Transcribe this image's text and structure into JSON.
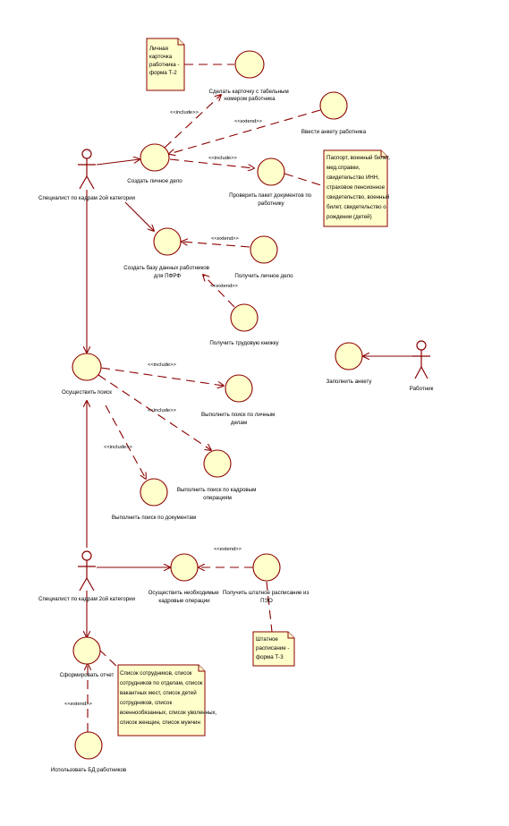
{
  "actors": {
    "specialist_top": "Специалист по кадрам 2ой категории",
    "specialist_bottom": "Специалист по кадрам 2ой категории",
    "worker": "Работник"
  },
  "use_cases": {
    "create_personal_file": "Создать личное дело",
    "make_card": [
      "Сделать карточку с табельным",
      "номером работника"
    ],
    "fill_questionnaire_worker": "Ввести анкету работника",
    "check_documents": [
      "Проверить пакет документов по",
      "работнику"
    ],
    "create_db": [
      "Создать базу данных работников",
      "для ПФРФ"
    ],
    "get_personal_file": "Получить личное дело",
    "get_work_book": "Получить трудовую книжку",
    "search": "Осуществить поиск",
    "search_personal_files": [
      "Выполнить поиск по личным",
      "делам"
    ],
    "search_hr_operations": [
      "Выполнить поиск по кадровым",
      "операциям"
    ],
    "search_documents": "Выполнить поиск по документам",
    "perform_hr_operations": [
      "Осуществить необходимые",
      "кадровые операции"
    ],
    "get_staff_schedule": [
      "Получить штатное расписание из",
      "ПЭО"
    ],
    "make_report": "Сформировать отчет",
    "use_db": "Использовать БД работников",
    "fill_form": "Заполнить анкету"
  },
  "stereotypes": {
    "include": "<<include>>",
    "extend": "<<extend>>"
  },
  "notes": {
    "t2": [
      "Личная",
      "карточка",
      "работника -",
      "форма Т-2"
    ],
    "documents": [
      "Паспорт, военный билет,",
      "мед.справки,",
      "свидетельство ИНН,",
      "страховое пенсионное",
      "свидетельство, военный",
      "билет, свидетельство о",
      "рождении (детей)"
    ],
    "t3": [
      "Штатное",
      "расписание -",
      "форма Т-3"
    ],
    "lists": [
      "Список сотрудников, список",
      "сотрудников по отделам, список",
      "вакантных мест, список детей",
      "сотрудников, список",
      "военнообязанных, список уволенных,",
      "список женщин, список мужчин"
    ]
  },
  "colors": {
    "line": "#8b0000",
    "fill": "#ffffcc"
  }
}
